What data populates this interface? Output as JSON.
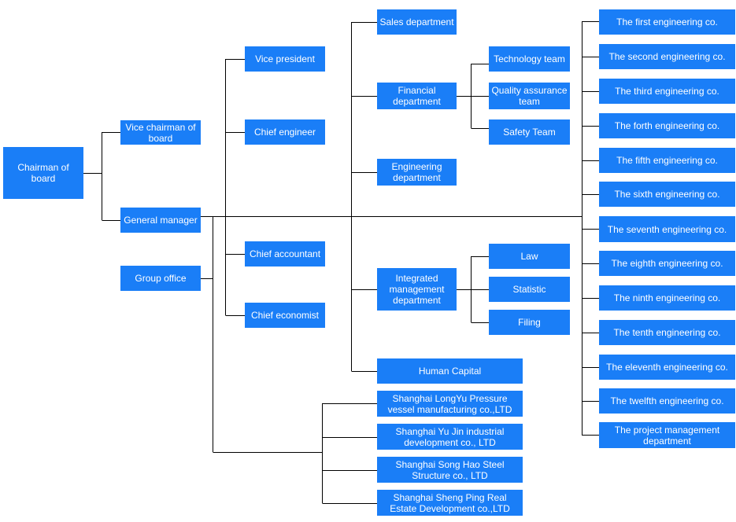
{
  "nodes": {
    "chairman": "Chairman of board",
    "vice_chairman": "Vice chairman of board",
    "general_manager": "General manager",
    "group_office": "Group office",
    "vice_president": "Vice president",
    "chief_engineer": "Chief engineer",
    "chief_accountant": "Chief accountant",
    "chief_economist": "Chief economist",
    "sales_department": "Sales department",
    "financial_department": "Financial department",
    "engineering_department": "Engineering department",
    "integrated_management": "Integrated management department",
    "human_capital": "Human Capital",
    "technology_team": "Technology team",
    "quality_assurance_team": "Quality assurance team",
    "safety_team": "Safety Team",
    "law": "Law",
    "statistic": "Statistic",
    "filing": "Filing",
    "longyu": "Shanghai LongYu Pressure vessel manufacturing co.,LTD",
    "yujin": "Shanghai Yu Jin industrial development co., LTD",
    "songhao": "Shanghai Song Hao Steel Structure co., LTD",
    "shengping": "Shanghai Sheng Ping Real Estate Development co.,LTD",
    "eng_co_1": "The first engineering co.",
    "eng_co_2": "The second engineering co.",
    "eng_co_3": "The third engineering co.",
    "eng_co_4": "The forth engineering co.",
    "eng_co_5": "The fifth engineering co.",
    "eng_co_6": "The sixth engineering co.",
    "eng_co_7": "The seventh engineering co.",
    "eng_co_8": "The eighth engineering co.",
    "eng_co_9": "The ninth engineering co.",
    "eng_co_10": "The tenth engineering co.",
    "eng_co_11": "The eleventh engineering co.",
    "eng_co_12": "The twelfth engineering co.",
    "project_management": "The project management department"
  },
  "colors": {
    "box": "#1a7ef7",
    "text": "#ffffff",
    "line": "#000000"
  }
}
